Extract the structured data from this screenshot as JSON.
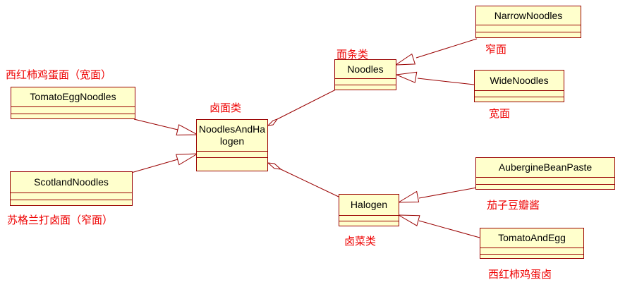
{
  "classes": {
    "narrow": "NarrowNoodles",
    "noodles": "Noodles",
    "wide": "WideNoodles",
    "tomato_egg_noodles": "TomatoEggNoodles",
    "noodles_and_halogen": "NoodlesAndHalogen",
    "scotland": "ScotlandNoodles",
    "aubergine": "AubergineBeanPaste",
    "halogen": "Halogen",
    "tomato_and_egg": "TomatoAndEgg"
  },
  "notes": {
    "narrow": "窄面",
    "noodles": "面条类",
    "wide": "宽面",
    "tomato_egg_noodles": "西红柿鸡蛋面（宽面）",
    "noodles_and_halogen": "卤面类",
    "scotland": "苏格兰打卤面（窄面）",
    "aubergine": "茄子豆瓣酱",
    "halogen": "卤菜类",
    "tomato_and_egg": "西红柿鸡蛋卤"
  },
  "colors": {
    "line": "#990000",
    "box_fill": "#ffffcc",
    "note_text": "#ee0000"
  }
}
